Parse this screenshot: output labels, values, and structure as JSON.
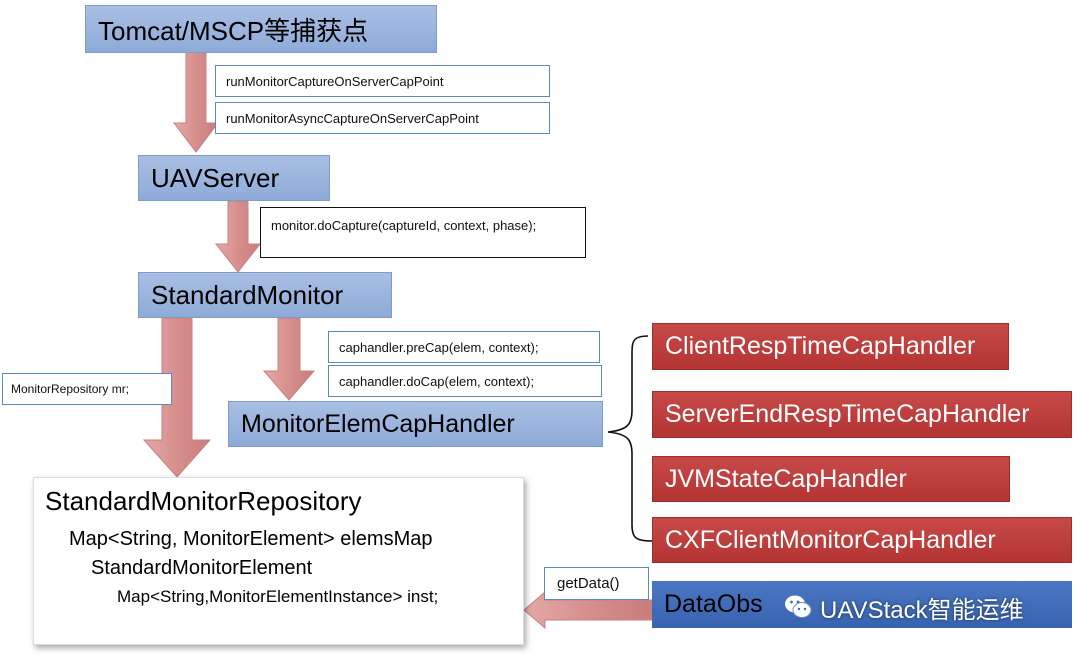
{
  "boxes": {
    "tomcat": "Tomcat/MSCP等捕获点",
    "uavserver": "UAVServer",
    "standard_monitor": "StandardMonitor",
    "monitor_elem_cap_handler": "MonitorElemCapHandler"
  },
  "notes": {
    "run_capture": "runMonitorCaptureOnServerCapPoint",
    "run_async_capture": "runMonitorAsyncCaptureOnServerCapPoint",
    "do_capture": "monitor.doCapture(captureId, context, phase);",
    "pre_cap": "caphandler.preCap(elem, context);",
    "do_cap": "caphandler.doCap(elem, context);",
    "monitor_repository": "MonitorRepository mr;",
    "get_data": "getData()"
  },
  "handlers": [
    "ClientRespTimeCapHandler",
    "ServerEndRespTimeCapHandler",
    "JVMStateCapHandler",
    "CXFClientMonitorCapHandler"
  ],
  "data_observer": "DataObs",
  "repository": {
    "title": "StandardMonitorRepository",
    "line1": "Map<String, MonitorElement> elemsMap",
    "line2": "StandardMonitorElement",
    "line3": "Map<String,MonitorElementInstance> inst;"
  },
  "watermark": "UAVStack智能运维",
  "colors": {
    "blue_box": "#9bb5e0",
    "red_box": "#be3f3d",
    "arrow": "#d68f8d",
    "data_observer": "#3d6ab6"
  }
}
